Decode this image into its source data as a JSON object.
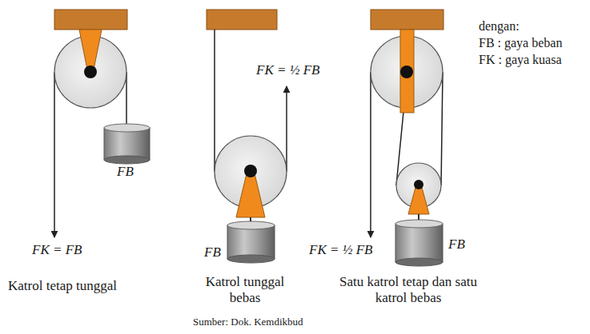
{
  "diagram": {
    "caption": "Sumber: Dok. Kemdikbud",
    "labels": [
      "FB",
      "FK = FB",
      "FK = ½ FB",
      "FB",
      "FK = ½ FB",
      "FB",
      "Katrol tetap tunggal",
      "Katrol tunggal bebas",
      "Satu katrol tetap dan satu katrol bebas",
      "dengan:",
      "FB : gaya beban",
      "FK : gaya kuasa"
    ]
  }
}
